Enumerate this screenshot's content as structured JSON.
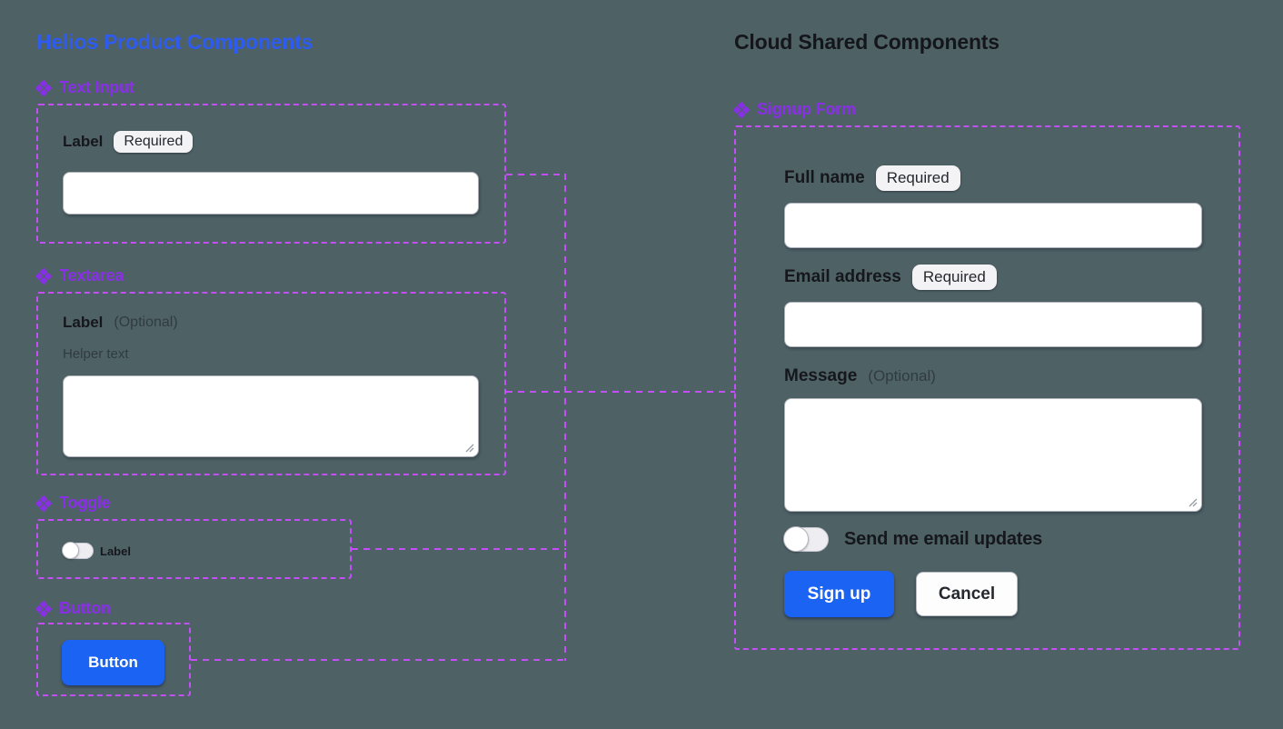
{
  "colors": {
    "canvas_bg": "#4e6266",
    "outline_purple": "#c44ff9",
    "component_purple": "#8a2fe8",
    "helios_title_blue": "#2e5bf0",
    "primary_button_blue": "#1b63f2",
    "badge_bg": "#f3f3f5"
  },
  "icons": {
    "component_icon": "four-diamonds",
    "resize_icon": "diagonal-resize-grip"
  },
  "left_panel": {
    "title": "Helios Product Components",
    "text_input": {
      "heading": "Text Input",
      "label": "Label",
      "badge": "Required",
      "value": ""
    },
    "textarea": {
      "heading": "Textarea",
      "label": "Label",
      "optional": "(Optional)",
      "helper": "Helper text",
      "value": ""
    },
    "toggle": {
      "heading": "Toggle",
      "label": "Label",
      "state": "off"
    },
    "button": {
      "heading": "Button",
      "label": "Button"
    }
  },
  "right_panel": {
    "title": "Cloud Shared Components",
    "signup_form": {
      "heading": "Signup Form",
      "full_name": {
        "label": "Full name",
        "badge": "Required",
        "value": ""
      },
      "email": {
        "label": "Email address",
        "badge": "Required",
        "value": ""
      },
      "message": {
        "label": "Message",
        "optional": "(Optional)",
        "value": ""
      },
      "updates_toggle": {
        "label": "Send me email updates",
        "state": "off"
      },
      "actions": {
        "submit": "Sign up",
        "cancel": "Cancel"
      }
    }
  }
}
